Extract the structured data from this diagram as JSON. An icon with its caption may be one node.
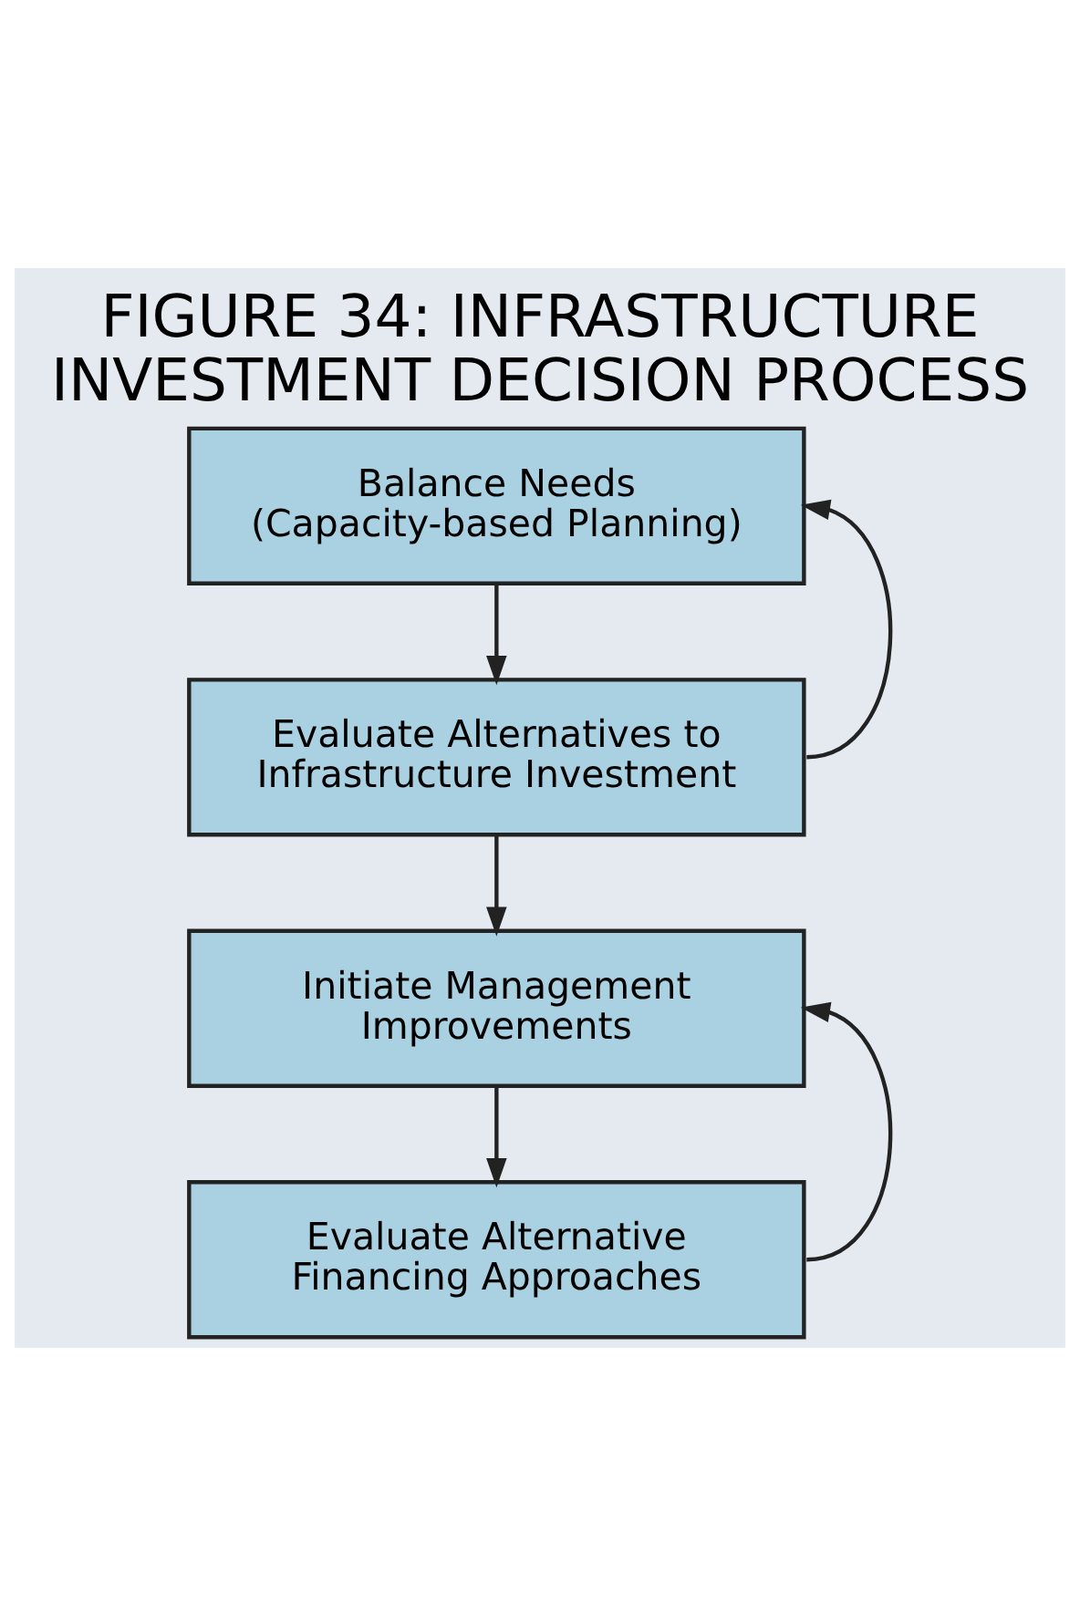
{
  "diagram": {
    "title": "FIGURE 34: INFRASTRUCTURE INVESTMENT DECISION PROCESS",
    "nodes": [
      {
        "text": [
          "Balance Needs (Capacity-based Planning)"
        ]
      },
      {
        "text": [
          "Evaluate Alternatives to Infrastructure Investment"
        ]
      },
      {
        "text": [
          "Initiate Management Improvements"
        ]
      },
      {
        "text": [
          "Evaluate Alternative Financing Approaches"
        ]
      }
    ],
    "edges": [
      {
        "from": 0,
        "to": 1,
        "arrow": "to"
      },
      {
        "from": 1,
        "to": 0,
        "arrow": "to"
      },
      {
        "from": 1,
        "to": 2,
        "arrow": "to"
      },
      {
        "from": 2,
        "to": 3,
        "arrow": "to"
      },
      {
        "from": 3,
        "to": 2,
        "arrow": "to"
      }
    ]
  }
}
